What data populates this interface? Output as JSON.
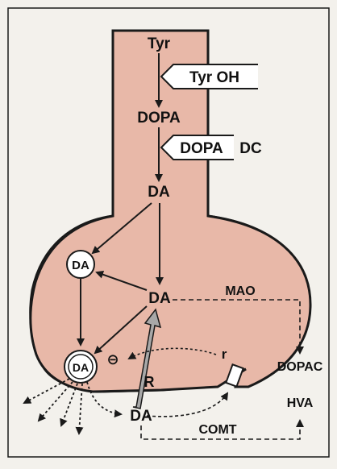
{
  "colors": {
    "background": "#f3f1ec",
    "cell_fill": "#e8b8a8",
    "outline": "#1a1a1a",
    "vesicle_fill": "#ffffff",
    "receptor_arrow": "#a8a8a8"
  },
  "labels": {
    "tyr": "Tyr",
    "tyr_oh": "Tyr OH",
    "dopa": "DOPA",
    "dopa_dc_enzyme": "DOPA",
    "dopa_dc_suffix": "DC",
    "da_stalk": "DA",
    "da_vesicle": "DA",
    "da_cytoplasm": "DA",
    "da_release_vesicle": "DA",
    "da_synapse": "DA",
    "mao": "MAO",
    "dopac": "DOPAC",
    "hva": "HVA",
    "comt": "COMT",
    "receptor_R": "R",
    "autoreceptor_r": "r",
    "inhibition_sign": "⊖"
  }
}
